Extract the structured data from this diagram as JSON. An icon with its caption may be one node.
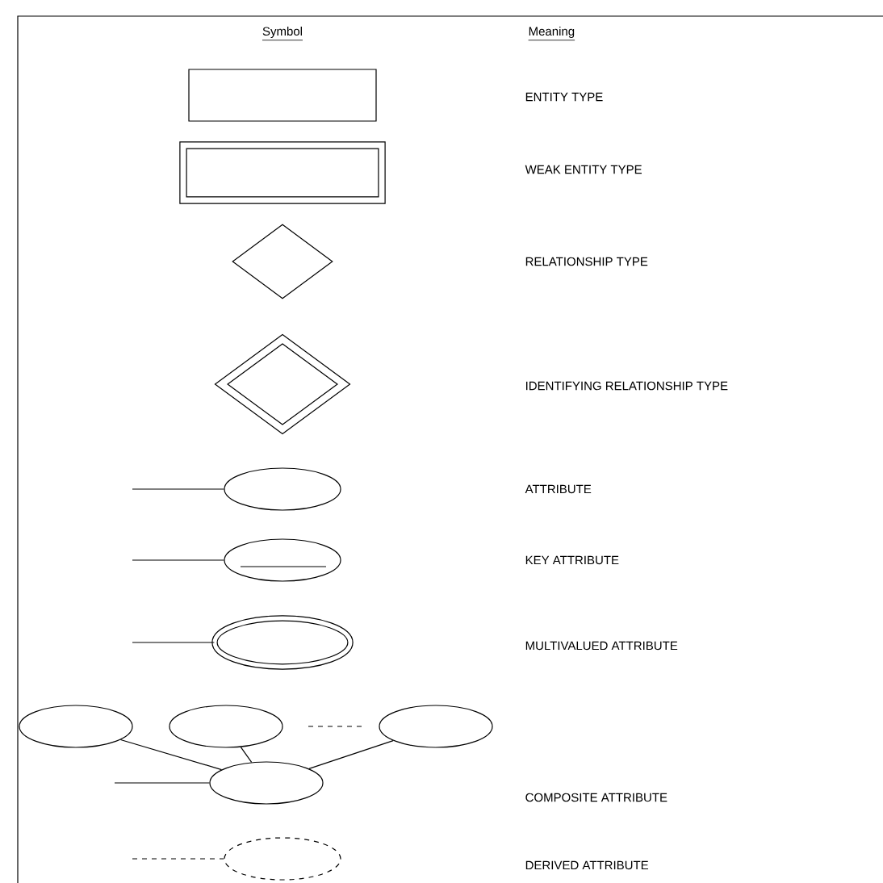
{
  "diagram": {
    "nodes": [
      {
        "text": [],
        "shape": "box"
      },
      {
        "text": [],
        "shape": "double-box"
      },
      {
        "text": [],
        "shape": "diamond"
      },
      {
        "text": [],
        "shape": "double-diamond"
      },
      {
        "text": [],
        "shape": "ellipse"
      },
      {
        "text": [],
        "shape": "underlined-ellipse"
      },
      {
        "text": [],
        "shape": "double-ellipse"
      },
      {
        "text": [],
        "shape": "ellipse"
      },
      {
        "text": [],
        "shape": "ellipse"
      },
      {
        "text": [],
        "shape": "ellipse"
      },
      {
        "text": [],
        "shape": "ellipse"
      },
      {
        "text": [],
        "shape": "dashed-ellipse"
      }
    ],
    "edges": [
      {
        "from": null,
        "to": 4,
        "arrow": "none"
      },
      {
        "from": null,
        "to": 5,
        "arrow": "none"
      },
      {
        "from": null,
        "to": 6,
        "arrow": "none"
      },
      {
        "from": 7,
        "to": 10,
        "arrow": "none"
      },
      {
        "from": 8,
        "to": 10,
        "arrow": "none"
      },
      {
        "from": 9,
        "to": 10,
        "arrow": "none"
      },
      {
        "from": null,
        "to": 10,
        "arrow": "none"
      },
      {
        "from": null,
        "to": 11,
        "arrow": "none",
        "style": "dashed"
      }
    ],
    "labels": [
      "Symbol",
      "Meaning",
      "ENTITY TYPE",
      "WEAK ENTITY TYPE",
      "RELATIONSHIP TYPE",
      "IDENTIFYING RELATIONSHIP TYPE",
      "ATTRIBUTE",
      "KEY ATTRIBUTE",
      "MULTIVALUED ATTRIBUTE",
      "COMPOSITE ATTRIBUTE",
      "DERIVED ATTRIBUTE"
    ]
  }
}
